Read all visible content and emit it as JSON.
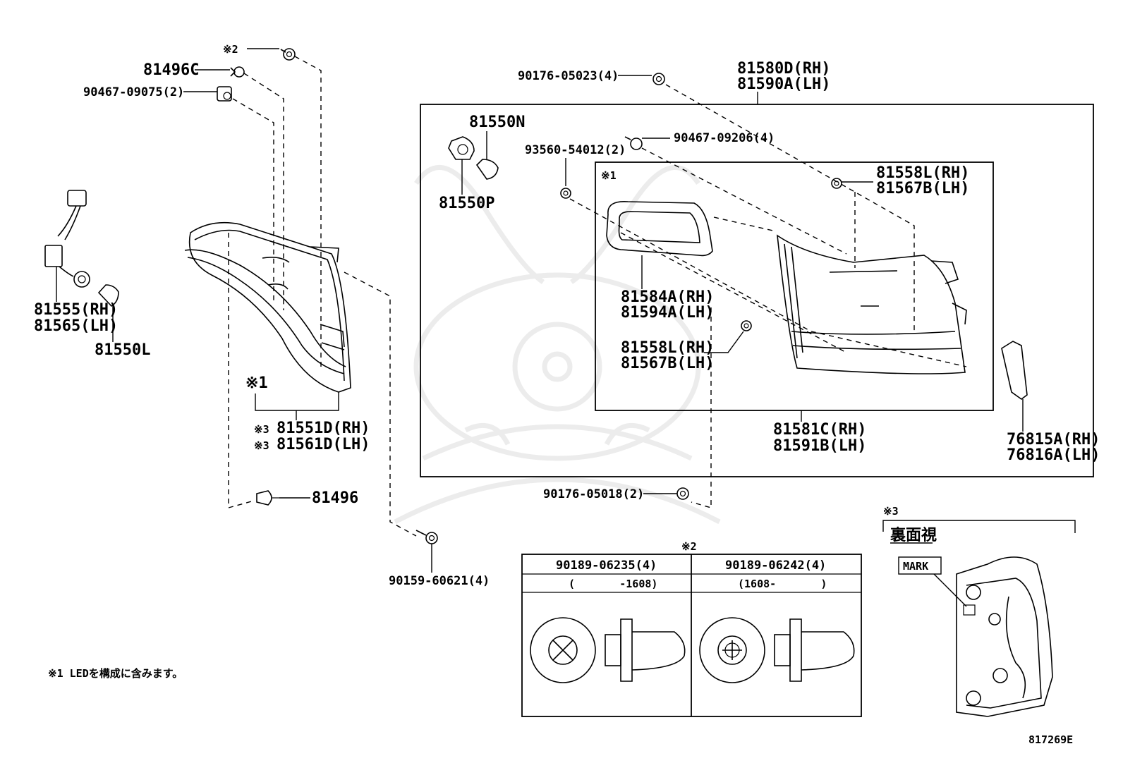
{
  "watermark": {
    "color": "#ececec"
  },
  "labels": {
    "note2_top": "※2",
    "p81496C": "81496C",
    "p90467_09075": "90467-09075(2)",
    "p81555": "81555(RH)",
    "p81565": "81565(LH)",
    "p81550L": "81550L",
    "note1_left": "※1",
    "p81551D": "81551D(RH)",
    "p81561D": "81561D(LH)",
    "note3_a": "※3",
    "note3_b": "※3",
    "p81496": "81496",
    "p90159": "90159-60621(4)",
    "p90176_05023": "90176-05023(4)",
    "p81580D": "81580D(RH)",
    "p81590A": "81590A(LH)",
    "p81550N": "81550N",
    "p81550P": "81550P",
    "p93560": "93560-54012(2)",
    "p90467_09206": "90467-09206(4)",
    "note1_inner": "※1",
    "p81558L_top": "81558L(RH)",
    "p81567B_top": "81567B(LH)",
    "p81584A": "81584A(RH)",
    "p81594A": "81594A(LH)",
    "p81558L_mid": "81558L(RH)",
    "p81567B_mid": "81567B(LH)",
    "p81581C": "81581C(RH)",
    "p81591B": "81591B(LH)",
    "p76815A": "76815A(RH)",
    "p76816A": "76816A(LH)",
    "p90176_05018": "90176-05018(2)",
    "note2_table": "※2",
    "note3_rear": "※3",
    "rear_view": "裏面視",
    "mark": "MARK",
    "footnote": "※1 LEDを構成に含みます。",
    "diagram_id": "817269E"
  },
  "table": {
    "columns": [
      {
        "part": "90189-06235(4)",
        "range": "(       -1608)"
      },
      {
        "part": "90189-06242(4)",
        "range": "(1608-       )"
      }
    ]
  }
}
